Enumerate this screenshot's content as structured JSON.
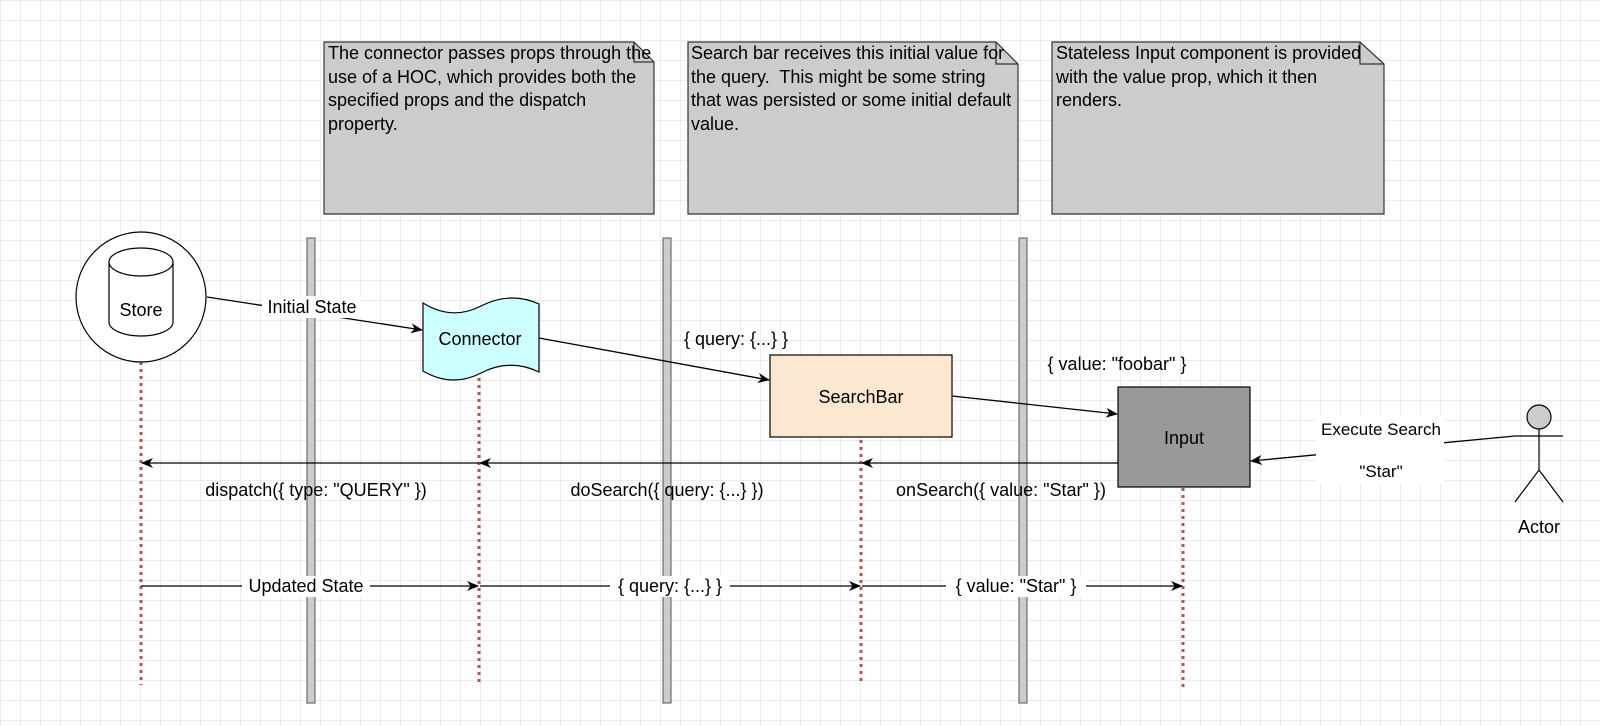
{
  "notes": [
    {
      "text": "The connector passes props through the use of a HOC, which provides both the specified props and the dispatch property."
    },
    {
      "text": "Search bar receives this initial value for the query.  This might be some string that was persisted or some initial default value."
    },
    {
      "text": "Stateless Input component is provided with the value prop, which it then renders."
    }
  ],
  "nodes": {
    "store": "Store",
    "connector": "Connector",
    "searchbar": "SearchBar",
    "input": "Input",
    "actor": "Actor"
  },
  "edges": {
    "initial_state": "Initial State",
    "query_props": "{ query: {...} }",
    "value_props": "{ value: \"foobar\" }",
    "execute_search": "Execute Search",
    "execute_search_value": "\"Star\"",
    "on_search": "onSearch({ value: \"Star\" })",
    "do_search": "doSearch({ query: {...} })",
    "dispatch": "dispatch({ type: \"QUERY\" })",
    "updated_state": "Updated State",
    "updated_query": "{ query: {...} }",
    "updated_value": "{ value: \"Star\" }"
  },
  "colors": {
    "note_fill": "#cccccc",
    "connector_fill": "#ccffff",
    "searchbar_fill": "#fce8d0",
    "input_fill": "#999999",
    "lifeline": "#b85450",
    "separator_fill": "#cccccc"
  }
}
